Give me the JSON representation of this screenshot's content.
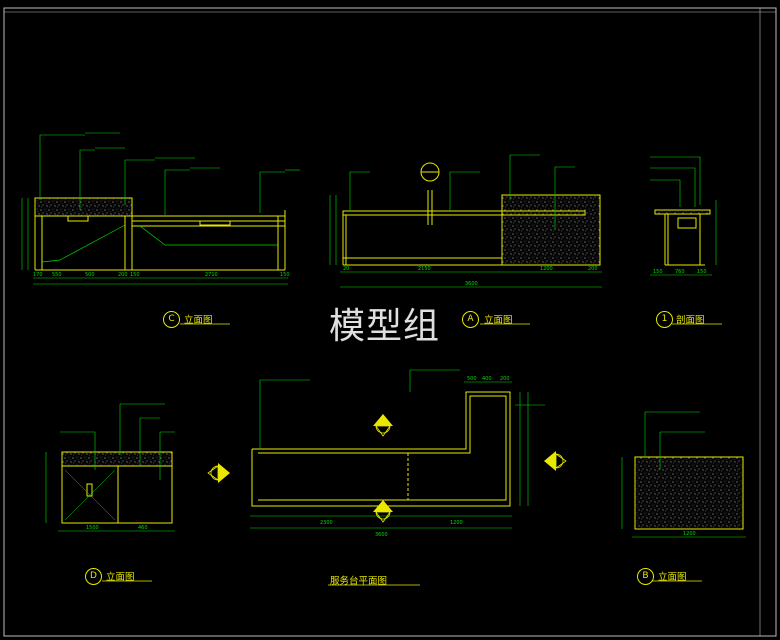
{
  "watermark": "模型组",
  "titles": {
    "c_elev": {
      "mark": "C",
      "label": "立面图"
    },
    "a_elev": {
      "mark": "A",
      "label": "立面图"
    },
    "section": {
      "mark": "1",
      "label": "剖面图"
    },
    "d_elev": {
      "mark": "D",
      "label": "立面图"
    },
    "plan": {
      "label": "服务台平面图"
    },
    "b_elev": {
      "mark": "B",
      "label": "立面图"
    }
  },
  "c_dims": [
    "170",
    "550",
    "500",
    "200",
    "150",
    "2710",
    "150"
  ],
  "a_dims": {
    "segments": [
      "20",
      "2150",
      "1200",
      "200"
    ],
    "total": "3600"
  },
  "section_dims": [
    "150",
    "760",
    "150"
  ],
  "d_dims": [
    "1500",
    "460"
  ],
  "plan_dims": {
    "bottom": [
      "2300",
      "1200"
    ],
    "total": "3600",
    "top": [
      "500",
      "400",
      "200"
    ]
  },
  "b_dims": [
    "1200"
  ],
  "colors": {
    "line": "#e8e800",
    "leader": "#00dd00",
    "text": "#00dd00",
    "hatch": "#9a9a9a",
    "border": "#bcbcbc"
  }
}
